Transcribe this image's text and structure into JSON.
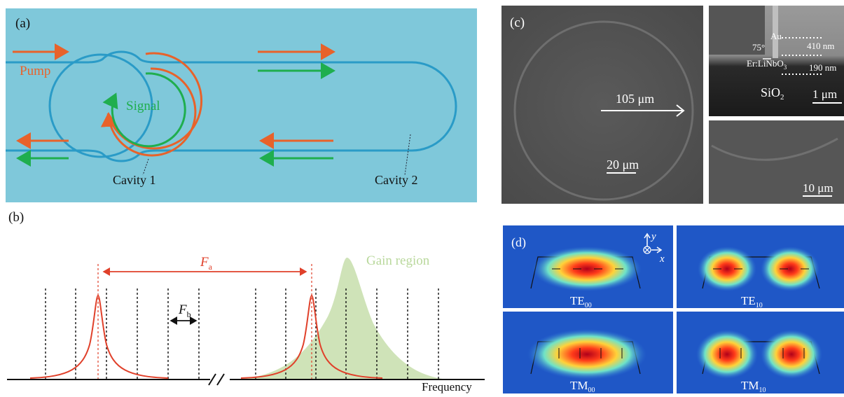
{
  "panel_a": {
    "label": "(a)",
    "pump": "Pump",
    "signal": "Signal",
    "cavity1": "Cavity 1",
    "cavity2": "Cavity 2",
    "colors": {
      "background": "#7fc8da",
      "waveguide": "#2a9bc7",
      "pump": "#e8622a",
      "signal": "#1fae4e"
    }
  },
  "panel_b": {
    "label": "(b)",
    "fa_main": "F",
    "fa_sub": "a",
    "fb_main": "F",
    "fb_sub": "b",
    "gain": "Gain region",
    "xaxis": "Frequency",
    "colors": {
      "resonance": "#e0402a",
      "gain": "#cfe3b8",
      "gain_text": "#b9d89c"
    }
  },
  "panel_c": {
    "label": "(c)",
    "radius": "105 μm",
    "scale_main": "20 μm",
    "au": "Au",
    "angle": "75°",
    "t410": "410 nm",
    "t190": "190 nm",
    "material_main": "Er:LiNbO",
    "material_sub": "3",
    "substrate_main": "SiO",
    "substrate_sub": "2",
    "scale_inset": "1 μm",
    "scale_bottom": "10 μm"
  },
  "panel_d": {
    "label": "(d)",
    "axis_y": "y",
    "axis_x": "x",
    "modes": [
      {
        "main": "TE",
        "sub": "00"
      },
      {
        "main": "TE",
        "sub": "10"
      },
      {
        "main": "TM",
        "sub": "00"
      },
      {
        "main": "TM",
        "sub": "10"
      }
    ]
  }
}
